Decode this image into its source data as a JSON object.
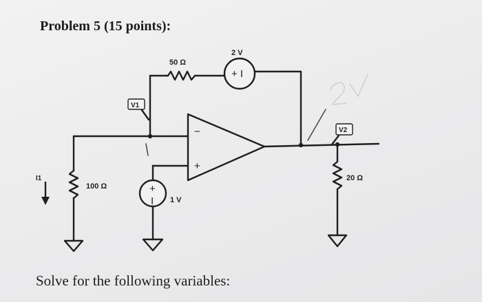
{
  "problem": {
    "heading": "Problem 5 (15 points):",
    "instruction": "Solve for the following variables:"
  },
  "circuit": {
    "labels": {
      "r_feedback": "50 Ω",
      "v_source_top": "2 V",
      "r_input": "100 Ω",
      "v_source_bottom": "1 V",
      "r_output": "20 Ω",
      "probe_v1": "V1",
      "probe_v2": "V2",
      "current_i1": "I1"
    },
    "source_signs": {
      "top": "+ I",
      "bottom_plus": "+",
      "bottom_minus": "I"
    },
    "opamp_signs": {
      "inverting": "−",
      "noninverting": "+"
    },
    "handwritten_note": "2V"
  }
}
